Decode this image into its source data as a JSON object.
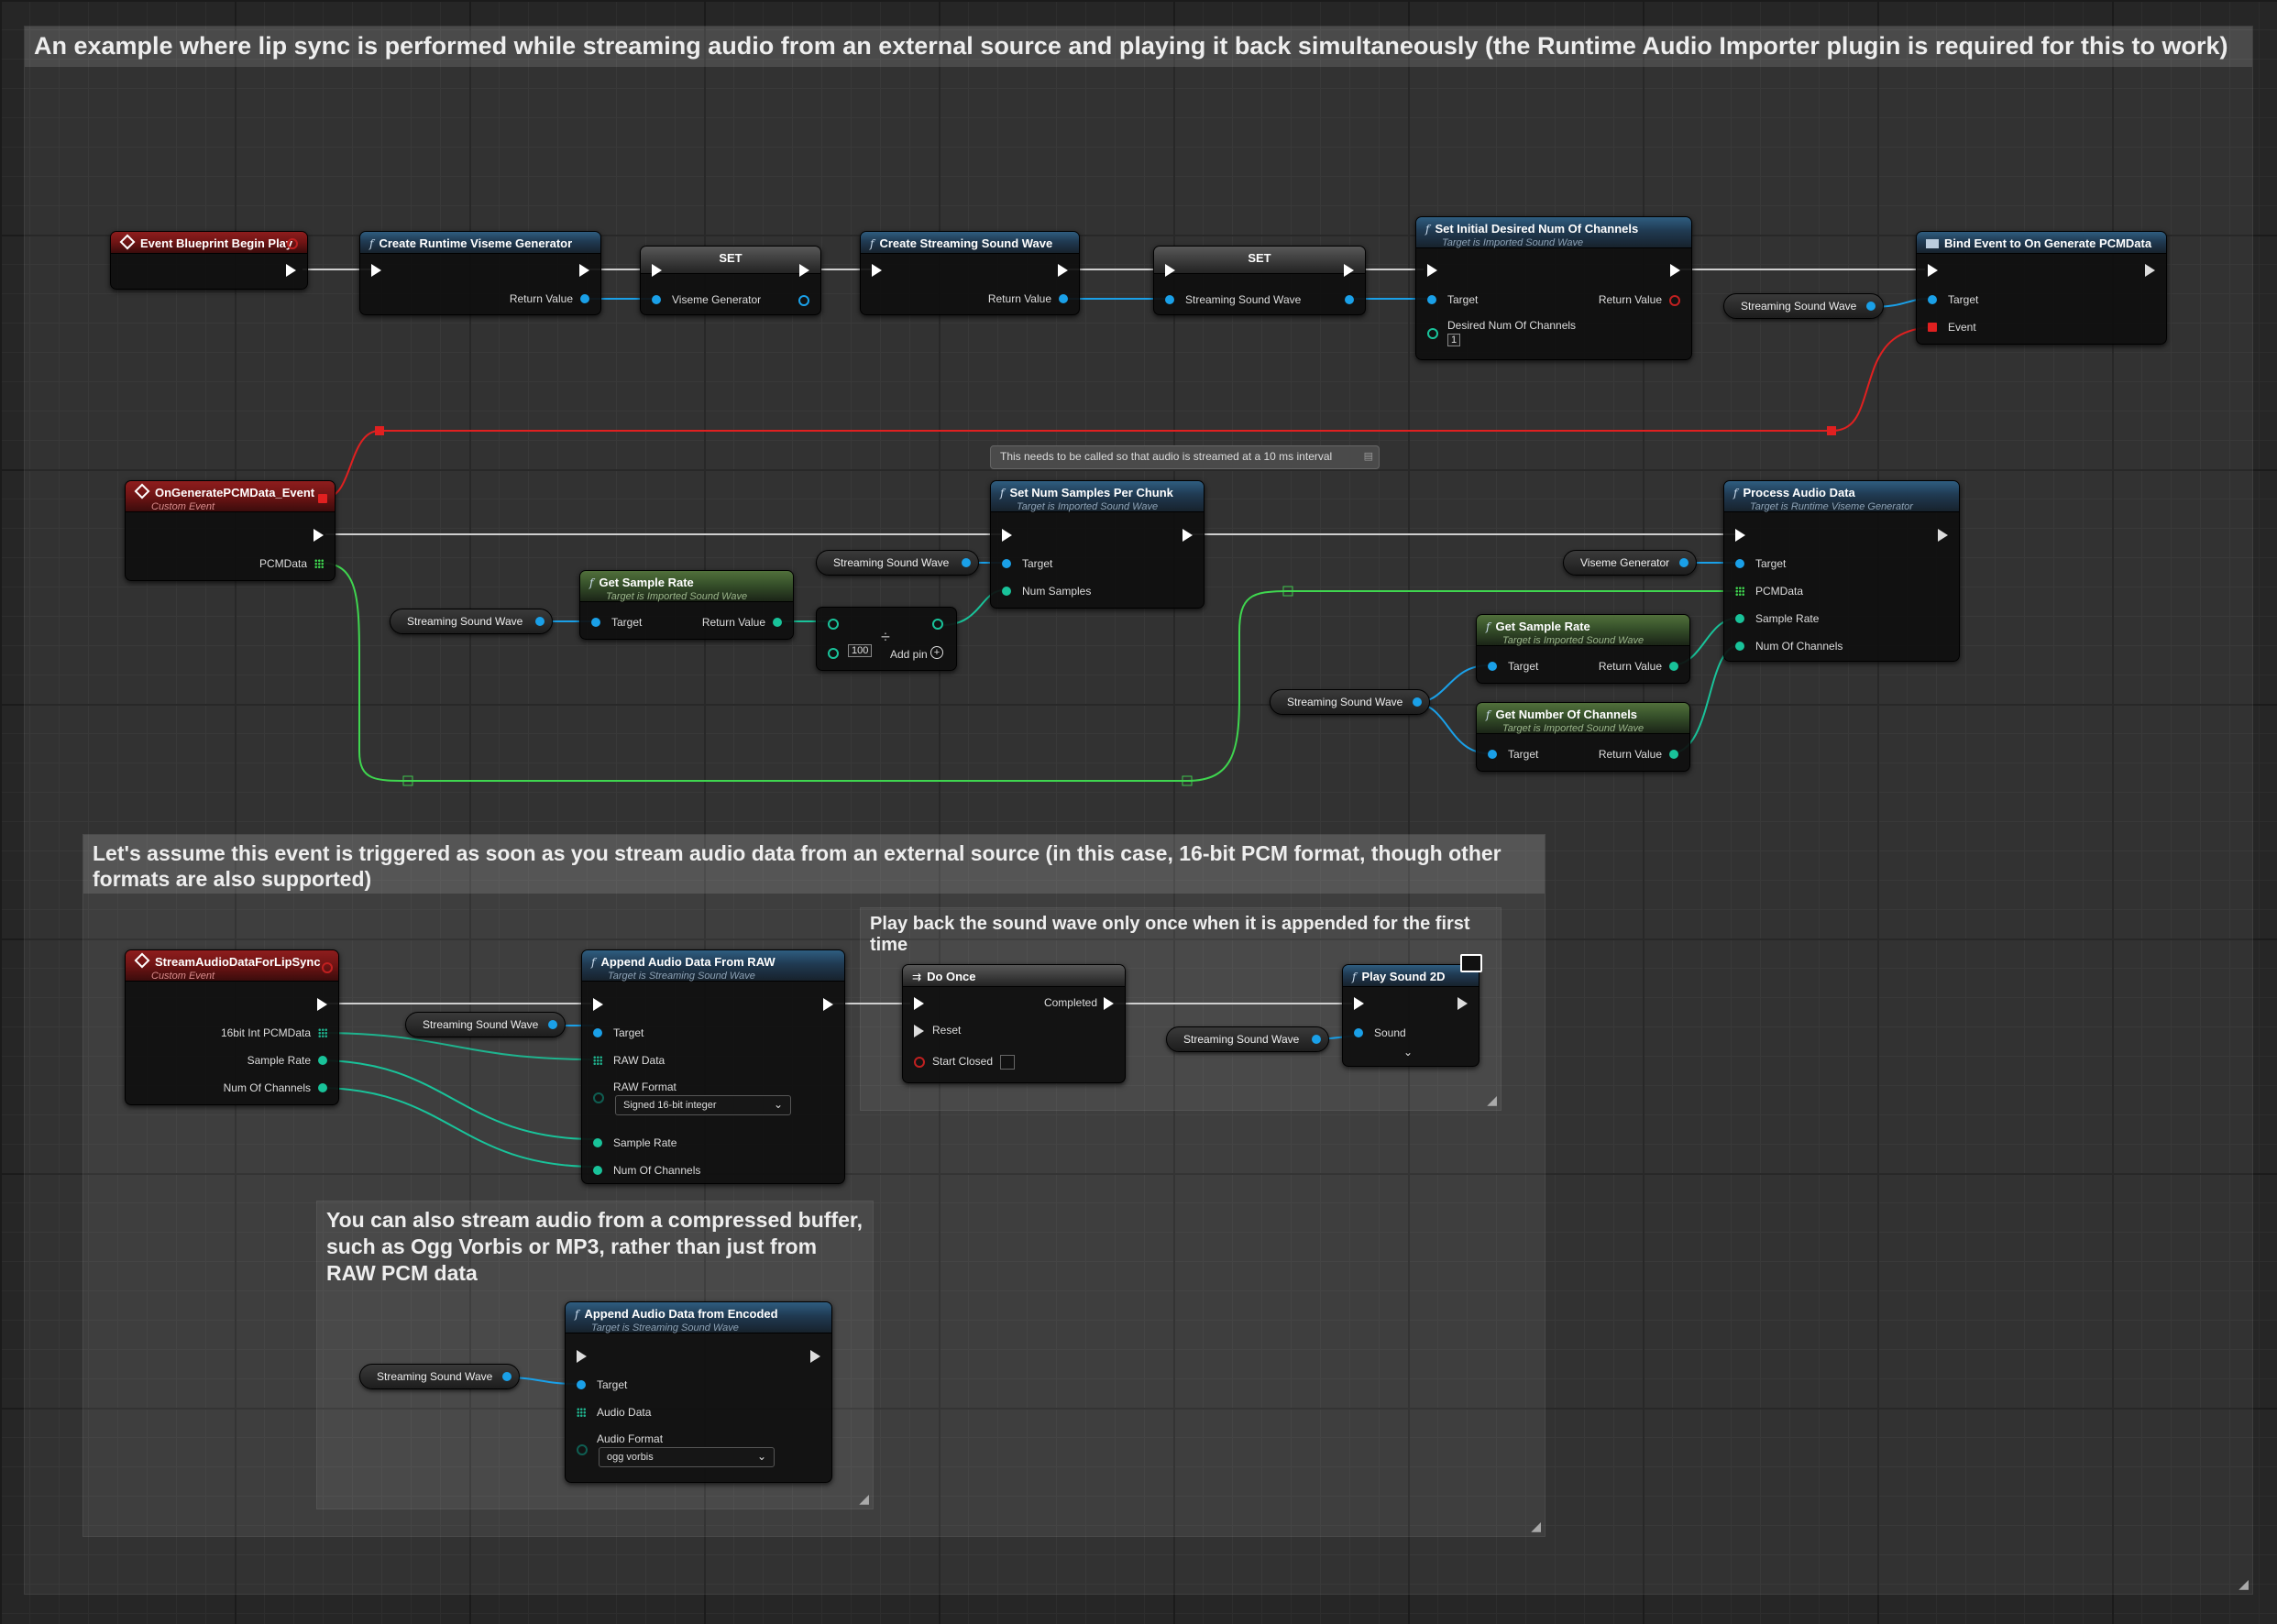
{
  "comments": {
    "main_title": "An example where lip sync is performed while streaming audio from an external source and playing it back simultaneously (the Runtime Audio Importer plugin is required for this to work)",
    "stream_event_title": "Let's assume this event is triggered as soon as you stream audio data from an external source (in this case, 16-bit PCM format, though other formats are also supported)",
    "play_once_title": "Play back the sound wave only once when it is appended for the first time",
    "compressed_title": "You can also stream audio from a compressed buffer, such as Ogg Vorbis or MP3, rather than just from RAW PCM data",
    "chunk_bubble": "This needs to be called so that audio is streamed at a 10 ms interval"
  },
  "nodes": {
    "begin_play": {
      "title": "Event Blueprint Begin Play"
    },
    "create_viseme": {
      "title": "Create Runtime Viseme Generator",
      "return_value": "Return Value"
    },
    "set_viseme": {
      "title": "SET",
      "pin": "Viseme Generator"
    },
    "create_stream": {
      "title": "Create Streaming Sound Wave",
      "return_value": "Return Value"
    },
    "set_stream": {
      "title": "SET",
      "pin": "Streaming Sound Wave"
    },
    "set_channels": {
      "title": "Set Initial Desired Num Of Channels",
      "subtitle": "Target is Imported Sound Wave",
      "target": "Target",
      "return_value": "Return Value",
      "desired": "Desired Num Of Channels",
      "desired_value": "1"
    },
    "bind_event": {
      "title": "Bind Event to On Generate PCMData",
      "target": "Target",
      "event": "Event"
    },
    "on_generate": {
      "title": "OnGeneratePCMData_Event",
      "subtitle": "Custom Event",
      "pcm": "PCMData"
    },
    "get_sample_rate_1": {
      "title": "Get Sample Rate",
      "subtitle": "Target is Imported Sound Wave",
      "target": "Target",
      "return_value": "Return Value"
    },
    "divide": {
      "symbol": "÷",
      "value": "100",
      "add_pin": "Add pin"
    },
    "set_samples": {
      "title": "Set Num Samples Per Chunk",
      "subtitle": "Target is Imported Sound Wave",
      "target": "Target",
      "num_samples": "Num Samples"
    },
    "process_audio": {
      "title": "Process Audio Data",
      "subtitle": "Target is Runtime Viseme Generator",
      "target": "Target",
      "pcm": "PCMData",
      "sample_rate": "Sample Rate",
      "channels": "Num Of Channels"
    },
    "get_sample_rate_2": {
      "title": "Get Sample Rate",
      "subtitle": "Target is Imported Sound Wave",
      "target": "Target",
      "return_value": "Return Value"
    },
    "get_num_channels": {
      "title": "Get Number Of Channels",
      "subtitle": "Target is Imported Sound Wave",
      "target": "Target",
      "return_value": "Return Value"
    },
    "stream_event": {
      "title": "StreamAudioDataForLipSync",
      "subtitle": "Custom Event",
      "pcm": "16bit Int PCMData",
      "sample_rate": "Sample Rate",
      "channels": "Num Of Channels"
    },
    "append_raw": {
      "title": "Append Audio Data From RAW",
      "subtitle": "Target is Streaming Sound Wave",
      "target": "Target",
      "raw": "RAW Data",
      "format_label": "RAW Format",
      "format_value": "Signed 16-bit integer",
      "sample_rate": "Sample Rate",
      "channels": "Num Of Channels"
    },
    "do_once": {
      "title": "Do Once",
      "completed": "Completed",
      "reset": "Reset",
      "start_closed": "Start Closed"
    },
    "play_sound": {
      "title": "Play Sound 2D",
      "sound": "Sound"
    },
    "append_encoded": {
      "title": "Append Audio Data from Encoded",
      "subtitle": "Target is Streaming Sound Wave",
      "target": "Target",
      "audio_data": "Audio Data",
      "format_label": "Audio Format",
      "format_value": "ogg vorbis"
    }
  },
  "variables": {
    "viseme_generator": "Viseme Generator",
    "streaming_sound_wave": "Streaming Sound Wave"
  },
  "colors": {
    "exec": "#ffffff",
    "object": "#1aa0e8",
    "integer": "#19c39a",
    "delegate": "#e02020",
    "array": "#3fd64f"
  }
}
